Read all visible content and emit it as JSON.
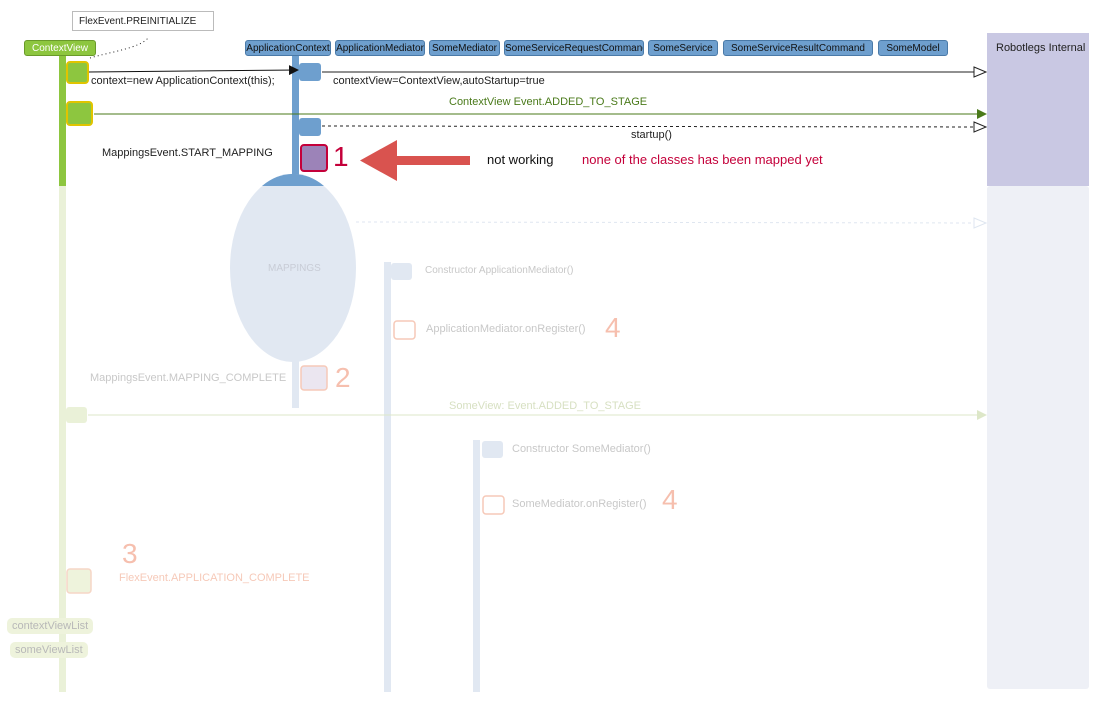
{
  "header": {
    "note": "FlexEvent.PREINITIALIZE",
    "context_view": "ContextView",
    "actors": [
      "ApplicationContext",
      "ApplicationMediator",
      "SomeMediator",
      "SomeServiceRequestCommand",
      "SomeService",
      "SomeServiceResultCommand",
      "SomeModel"
    ],
    "robotlegs": "Robotlegs Internal"
  },
  "messages": {
    "context_new": "context=new ApplicationContext(this);",
    "context_args": "contextView=ContextView,autoStartup=true",
    "added_to_stage": "ContextView Event.ADDED_TO_STAGE",
    "startup": "startup()",
    "start_mapping": "MappingsEvent.START_MAPPING",
    "not_working": "not working",
    "not_mapped": "none of the classes has been mapped yet",
    "mappings": "MAPPINGS",
    "ctor_app_mediator": "Constructor ApplicationMediator()",
    "app_mediator_register": "ApplicationMediator.onRegister()",
    "mapping_complete": "MappingsEvent.MAPPING_COMPLETE",
    "some_view_added": "SomeView: Event.ADDED_TO_STAGE",
    "ctor_some_mediator": "Constructor SomeMediator()",
    "some_mediator_register": "SomeMediator.onRegister()",
    "app_complete": "FlexEvent.APPLICATION_COMPLETE"
  },
  "numbers": {
    "n1": "1",
    "n2": "2",
    "n3": "3",
    "n4a": "4",
    "n4b": "4"
  },
  "lists": {
    "context_view_list": "contextViewList",
    "some_view_list": "someViewList"
  },
  "colors": {
    "green": "#8dc63f",
    "green_fade": "#eaf1d8",
    "blue": "#6e9fce",
    "blue_fade": "#e1e8f2",
    "red": "#d9534f",
    "crimson": "#c4003a",
    "purple": "#9c83b8",
    "lavender": "#c9c8e3",
    "salmon": "#f1a58a",
    "olive": "#4a7a1a"
  }
}
